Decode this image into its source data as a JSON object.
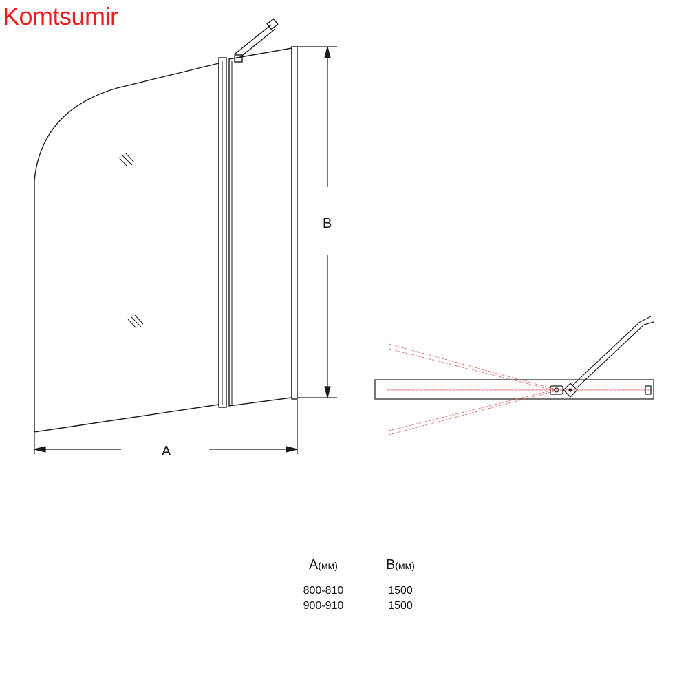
{
  "brand": {
    "text": "Komtsumir",
    "color": "#ee1c1c"
  },
  "diagram": {
    "dimension_a_label": "A",
    "dimension_b_label": "B",
    "line_color": "#1a1a1a",
    "swing_path_color": "#e07070"
  },
  "size_table": {
    "col_a": {
      "label": "A",
      "unit": "(мм)"
    },
    "col_b": {
      "label": "B",
      "unit": "(мм)"
    },
    "rows": [
      {
        "a": "800-810",
        "b": "1500"
      },
      {
        "a": "900-910",
        "b": "1500"
      }
    ]
  }
}
